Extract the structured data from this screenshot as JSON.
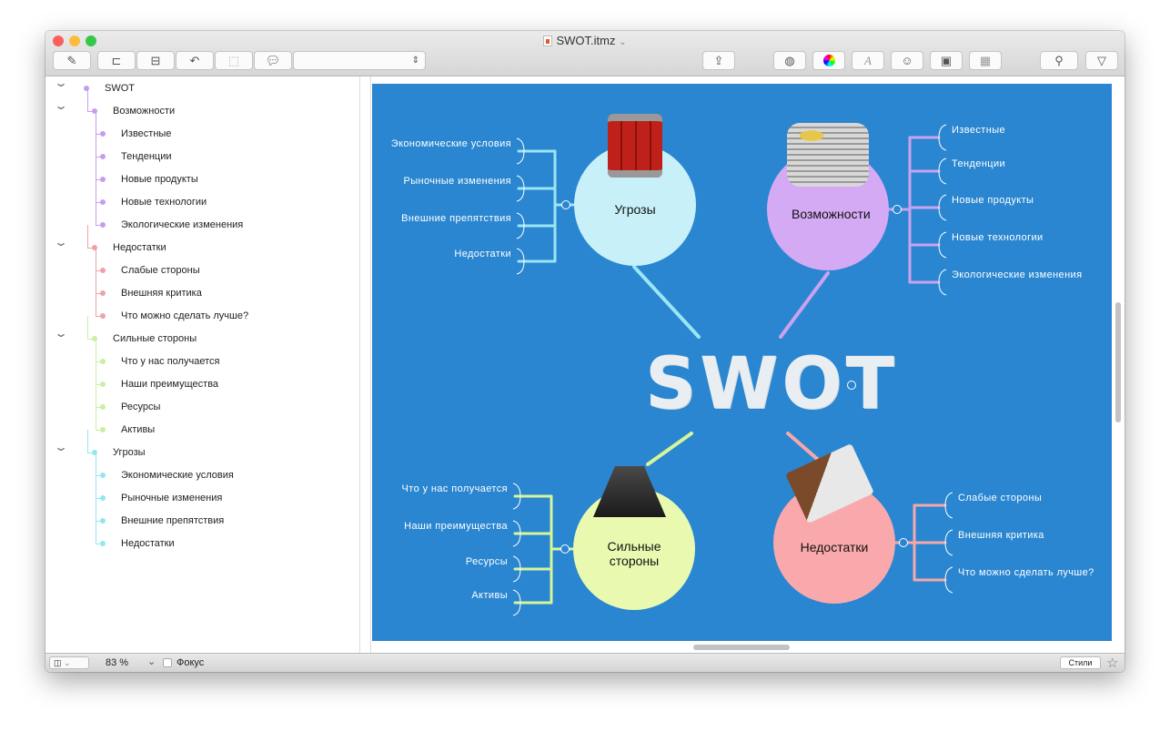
{
  "window": {
    "title": "SWOT.itmz"
  },
  "toolbar": {
    "buttons": [
      "edit-icon",
      "topic-icon",
      "subtopic-icon",
      "relation-icon",
      "boundary-icon",
      "callout-icon"
    ],
    "select_value": "",
    "right_buttons": [
      "share-icon",
      "styles-palette-icon",
      "color-wheel-icon",
      "font-icon",
      "emoji-icon",
      "image-icon",
      "table-icon",
      "search-icon",
      "filter-icon"
    ]
  },
  "outline": {
    "items": [
      {
        "label": "SWOT",
        "level": 0,
        "color": "#c79cf0",
        "collapsible": true
      },
      {
        "label": "Возможности",
        "level": 1,
        "color": "#c79cf0",
        "collapsible": true
      },
      {
        "label": "Известные",
        "level": 2,
        "color": "#c79cf0"
      },
      {
        "label": "Тенденции",
        "level": 2,
        "color": "#c79cf0"
      },
      {
        "label": "Новые продукты",
        "level": 2,
        "color": "#c79cf0"
      },
      {
        "label": "Новые технологии",
        "level": 2,
        "color": "#c79cf0"
      },
      {
        "label": "Экологические изменения",
        "level": 2,
        "color": "#c79cf0"
      },
      {
        "label": "Недостатки",
        "level": 1,
        "color": "#f0a0a8",
        "collapsible": true
      },
      {
        "label": "Слабые стороны",
        "level": 2,
        "color": "#f0a0a8"
      },
      {
        "label": "Внешняя критика",
        "level": 2,
        "color": "#f0a0a8"
      },
      {
        "label": "Что можно сделать лучше?",
        "level": 2,
        "color": "#f0a0a8"
      },
      {
        "label": "Сильные стороны",
        "level": 1,
        "color": "#c8f0a0",
        "collapsible": true
      },
      {
        "label": "Что у нас получается",
        "level": 2,
        "color": "#c8f0a0"
      },
      {
        "label": "Наши преимущества",
        "level": 2,
        "color": "#c8f0a0"
      },
      {
        "label": "Ресурсы",
        "level": 2,
        "color": "#c8f0a0"
      },
      {
        "label": "Активы",
        "level": 2,
        "color": "#c8f0a0"
      },
      {
        "label": "Угрозы",
        "level": 1,
        "color": "#90e8f0",
        "collapsible": true
      },
      {
        "label": "Экономические условия",
        "level": 2,
        "color": "#90e8f0"
      },
      {
        "label": "Рыночные изменения",
        "level": 2,
        "color": "#90e8f0"
      },
      {
        "label": "Внешние препятствия",
        "level": 2,
        "color": "#90e8f0"
      },
      {
        "label": "Недостатки",
        "level": 2,
        "color": "#90e8f0"
      }
    ]
  },
  "map": {
    "central": "SWOT",
    "background": "#2a86d0",
    "topics": [
      {
        "key": "threats",
        "label": "Угрозы",
        "color": "#c7f0f8",
        "line": "#9ae6f4",
        "icon": "dynamite-icon",
        "children": [
          "Экономические условия",
          "Рыночные изменения",
          "Внешние препятствия",
          "Недостатки"
        ]
      },
      {
        "key": "opportunities",
        "label": "Возможности",
        "color": "#d5aaf5",
        "line": "#c9a2f0",
        "icon": "coins-icon",
        "children": [
          "Известные",
          "Тенденции",
          "Новые продукты",
          "Новые технологии",
          "Экологические изменения"
        ]
      },
      {
        "key": "strengths",
        "label": "Сильные стороны",
        "color": "#e9fab0",
        "line": "#d6f59a",
        "icon": "weight-icon",
        "children": [
          "Что у нас получается",
          "Наши преимущества",
          "Ресурсы",
          "Активы"
        ]
      },
      {
        "key": "weaknesses",
        "label": "Недостатки",
        "color": "#f9a9ab",
        "line": "#f5a8aa",
        "icon": "chocolate-icon",
        "children": [
          "Слабые стороны",
          "Внешняя критика",
          "Что можно сделать лучше?"
        ]
      }
    ]
  },
  "statusbar": {
    "zoom": "83 %",
    "focus_label": "Фокус",
    "styles_label": "Стили"
  }
}
